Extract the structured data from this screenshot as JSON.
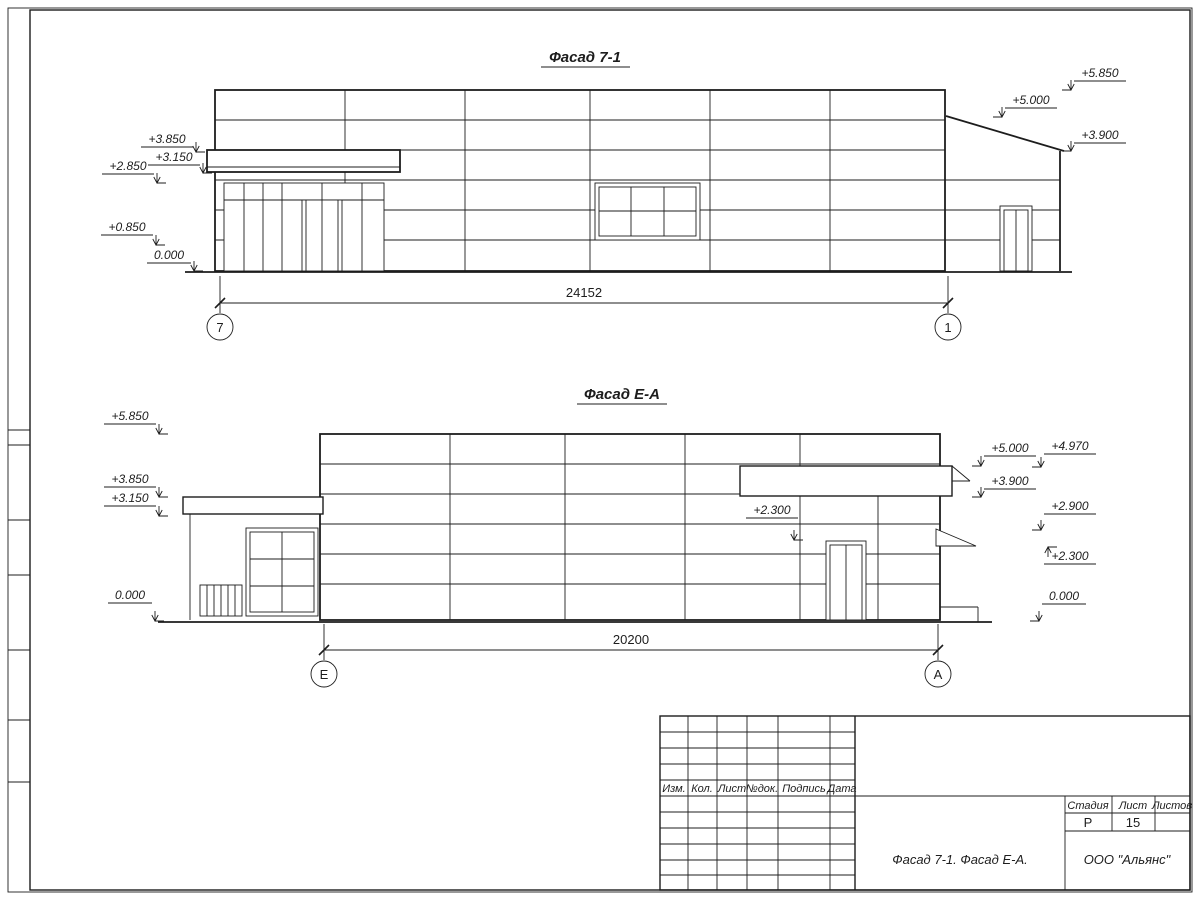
{
  "sheet": {
    "facade1": {
      "title": "Фасад 7-1",
      "dim": "24152",
      "axis_left": "7",
      "axis_right": "1",
      "marks": {
        "m3850": "+3.850",
        "m3150": "+3.150",
        "m2850": "+2.850",
        "m0850": "+0.850",
        "m0000": "0.000",
        "m5850": "+5.850",
        "m5000": "+5.000",
        "m3900": "+3.900"
      }
    },
    "facade2": {
      "title": "Фасад Е-А",
      "dim": "20200",
      "axis_left": "Е",
      "axis_right": "А",
      "marks": {
        "m5850": "+5.850",
        "m3850": "+3.850",
        "m3150": "+3.150",
        "m0000_left": "0.000",
        "m2300_mid": "+2.300",
        "m5000": "+5.000",
        "m4970": "+4.970",
        "m3900": "+3.900",
        "m2900": "+2.900",
        "m2300_right": "+2.300",
        "m0000_right": "0.000"
      }
    },
    "titleblock": {
      "izm": "Изм.",
      "kol": "Кол.",
      "list": "Лист",
      "ndok": "№док.",
      "podpis": "Подпись",
      "data": "Дата",
      "stadiya_label": "Стадия",
      "list_label": "Лист",
      "listov_label": "Листов",
      "stadiya": "Р",
      "list_no": "15",
      "doc_title": "Фасад 7-1. Фасад Е-А.",
      "org": "ООО \"Альянс\""
    }
  }
}
